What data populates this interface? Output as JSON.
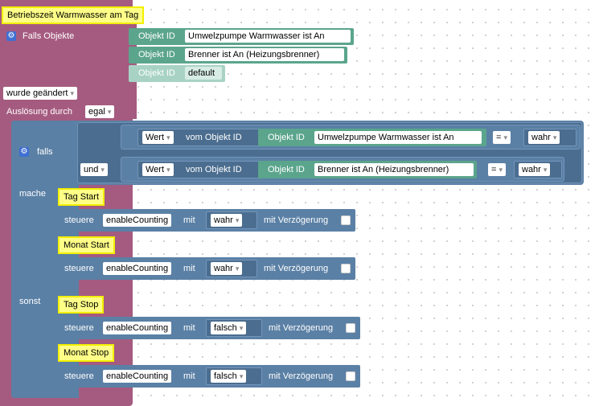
{
  "comments": {
    "title": "Betriebszeit Warmwasser am Tag",
    "tag_start": "Tag Start",
    "monat_start": "Monat Start",
    "tag_stop": "Tag Stop",
    "monat_stop": "Monat Stop"
  },
  "trigger": {
    "label": "Falls Objekte",
    "objekt_id_label": "Objekt ID",
    "objects": [
      "Umwelzpumpe Warmwasser ist An",
      "Brenner ist An (Heizungsbrenner)",
      "default"
    ],
    "wurde_geaendert": "wurde geändert",
    "ausloesung_durch": "Auslösung durch",
    "ausloesung_value": "egal"
  },
  "ifblock": {
    "falls": "falls",
    "mache": "mache",
    "sonst": "sonst",
    "und": "und",
    "conditions": [
      {
        "wert": "Wert",
        "vom_objekt": "vom Objekt ID",
        "objekt_id": "Objekt ID",
        "object": "Umwelzpumpe Warmwasser ist An",
        "op": "=",
        "value": "wahr"
      },
      {
        "wert": "Wert",
        "vom_objekt": "vom Objekt ID",
        "objekt_id": "Objekt ID",
        "object": "Brenner ist An (Heizungsbrenner)",
        "op": "=",
        "value": "wahr"
      }
    ]
  },
  "actions": [
    {
      "steuere": "steuere",
      "variable": "enableCounting",
      "mit": "mit",
      "value": "wahr",
      "delay": "mit Verzögerung"
    },
    {
      "steuere": "steuere",
      "variable": "enableCounting",
      "mit": "mit",
      "value": "wahr",
      "delay": "mit Verzögerung"
    },
    {
      "steuere": "steuere",
      "variable": "enableCounting",
      "mit": "mit",
      "value": "falsch",
      "delay": "mit Verzögerung"
    },
    {
      "steuere": "steuere",
      "variable": "enableCounting",
      "mit": "mit",
      "value": "falsch",
      "delay": "mit Verzögerung"
    }
  ],
  "colors": {
    "event_block": "#a55b80",
    "logic_block": "#5b80a5",
    "object_block": "#5ba58c",
    "comment_bg": "#ffff88",
    "comment_border": "#f3ef00"
  }
}
